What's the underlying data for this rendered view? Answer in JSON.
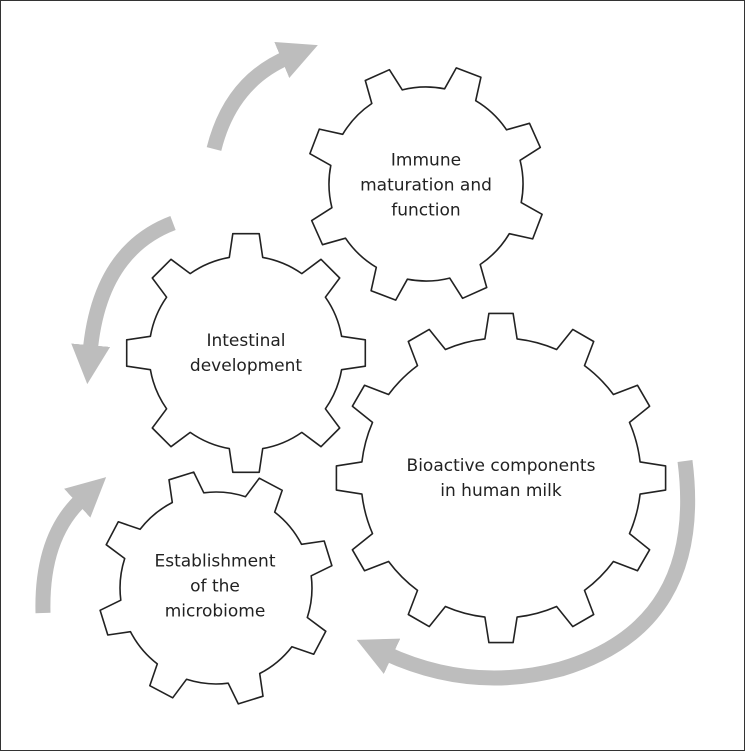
{
  "gears": [
    {
      "id": "immune",
      "lines": [
        "Immune",
        "maturation and",
        "function"
      ]
    },
    {
      "id": "intestinal",
      "lines": [
        "Intestinal",
        "development"
      ]
    },
    {
      "id": "bioactive",
      "lines": [
        "Bioactive components",
        "in human milk"
      ]
    },
    {
      "id": "microbiome",
      "lines": [
        "Establishment",
        "of the",
        "microbiome"
      ]
    }
  ],
  "colors": {
    "arrow": "#bdbdbd",
    "gear_stroke": "#222222",
    "text": "#222222"
  }
}
